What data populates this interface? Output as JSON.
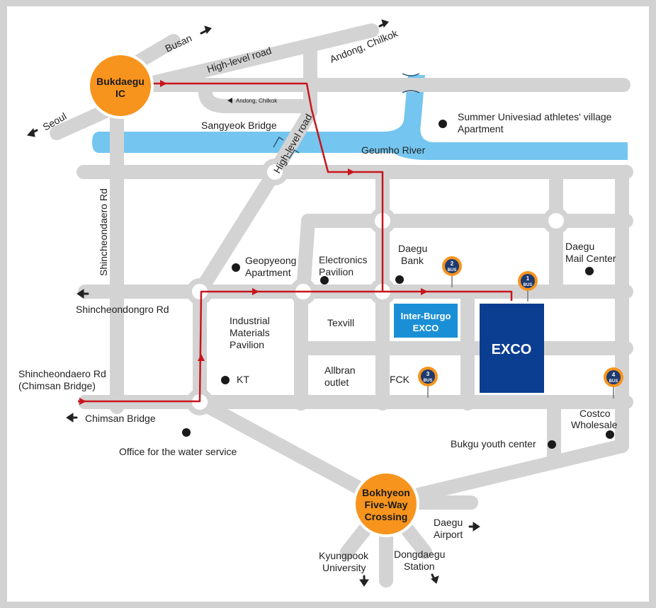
{
  "colors": {
    "frame": "#d2d2d2",
    "land": "#ffffff",
    "road": "#d3d3d3",
    "river": "#74c6f0",
    "route": "#c8161d",
    "hub": "#f7941d",
    "exco": "#0b3d91",
    "interburgo": "#1a8fd6",
    "bus_badge": "#f7941d",
    "bus_inner": "#1e3a6e"
  },
  "hubs": {
    "bukdaegu": [
      "Bukdaegu",
      "IC"
    ],
    "bokhyeon": [
      "Bokhyeon",
      "Five-Way",
      "Crossing"
    ]
  },
  "buildings": {
    "exco": "EXCO",
    "interburgo": [
      "Inter-Burgo",
      "EXCO"
    ]
  },
  "river": "Geumho River",
  "labels": {
    "busan": "Busan",
    "highlevel_top": "High-level road",
    "andong_chilkok": "Andong, Chilkok",
    "andong_small": "Andong, Chilkok",
    "seoul": "Seoul",
    "sangyeok": "Sangyeok Bridge",
    "highlevel_diag": "High-level road",
    "summer_village": [
      "Summer Univesiad athletes' village",
      "Apartment"
    ],
    "shincheondae_rd": "Shincheondaero Rd",
    "geopyeong": [
      "Geopyeong",
      "Apartment"
    ],
    "electronics": [
      "Electronics",
      "Pavilion"
    ],
    "daegu_bank": [
      "Daegu",
      "Bank"
    ],
    "daegu_mail": [
      "Daegu",
      "Mail Center"
    ],
    "shincheondongro": "Shincheondongro Rd",
    "industrial": [
      "Industrial",
      "Materials",
      "Pavilion"
    ],
    "texvill": "Texvill",
    "kt": "KT",
    "allbran": [
      "Allbran",
      "outlet"
    ],
    "fck": "FCK",
    "shincheondaero_chimsan": [
      "Shincheondaero Rd",
      "(Chimsan Bridge)"
    ],
    "chimsan": "Chimsan Bridge",
    "water_service": "Office for the water service",
    "costco": [
      "Costco",
      "Wholesale"
    ],
    "bukgu_youth": "Bukgu youth center",
    "daegu_airport": [
      "Daegu",
      "Airport"
    ],
    "kyungpook": [
      "Kyungpook",
      "University"
    ],
    "dongdaegu": [
      "Dongdaegu",
      "Station"
    ]
  },
  "bus_stops": [
    {
      "number": "1",
      "text": "BUS"
    },
    {
      "number": "2",
      "text": "BUS"
    },
    {
      "number": "3",
      "text": "BUS"
    },
    {
      "number": "4",
      "text": "BUS"
    }
  ]
}
